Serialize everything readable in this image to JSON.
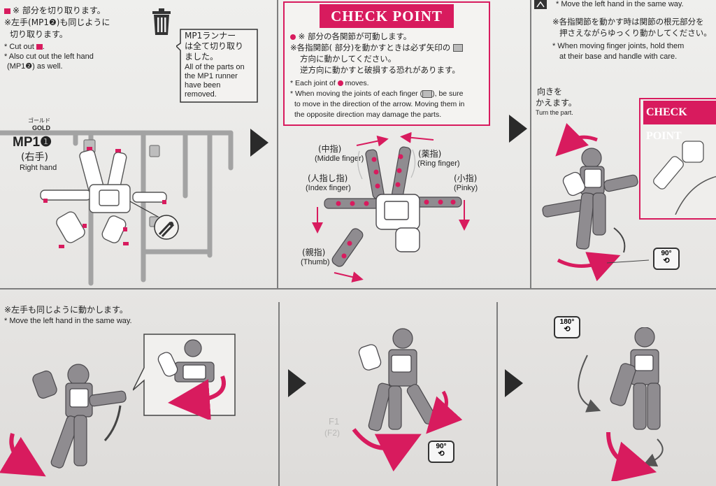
{
  "step1": {
    "jp_line1": "※ 部分を切り取ります。",
    "jp_line2": "※左手(MP1❷)も同じように",
    "jp_line3": "切り取ります。",
    "en_line1": "* Cut out",
    "en_line2": "* Also cut out the left hand",
    "en_line3": "(MP1❷) as well."
  },
  "runner_note": {
    "jp_line1": "MP1ランナー",
    "jp_line2": "は全て切り取り",
    "jp_line3": "ました。",
    "en_line1": "All of the parts on",
    "en_line2": "the MP1 runner",
    "en_line3": "have been",
    "en_line4": "removed."
  },
  "runner_label": {
    "gold_jp": "ゴールド",
    "gold_en": "GOLD",
    "code": "MP1❶",
    "part_jp": "(右手)",
    "part_en": "Right hand"
  },
  "check_point": {
    "title": "CHECK POINT",
    "jp_line1": "※ 部分の各関節が可動します。",
    "jp_line2": "※各指関節( 部分)を動かすときは必ず矢印の",
    "jp_line3": "方向に動かしてください。",
    "jp_line4": "逆方向に動かすと破損する恐れがあります。",
    "en_line1a": "* Each joint of",
    "en_line1b": "moves.",
    "en_line2a": "* When moving the joints of each finger (",
    "en_line2b": "), be sure",
    "en_line3": "to move in the direction of the arrow. Moving them in",
    "en_line4": "the opposite direction may damage the parts."
  },
  "fingers": {
    "middle_jp": "(中指)",
    "middle_en": "(Middle finger)",
    "ring_jp": "(薬指)",
    "ring_en": "(Ring finger)",
    "index_jp": "(人指し指)",
    "index_en": "(Index finger)",
    "pinky_jp": "(小指)",
    "pinky_en": "(Pinky)",
    "thumb_jp": "(親指)",
    "thumb_en": "(Thumb)"
  },
  "top_right": {
    "en_line0": "* Move the left hand in the same way.",
    "jp_line1": "※各指関節を動かす時は関節の根元部分を",
    "jp_line2": "押さえながらゆっくり動かしてください。",
    "en_line1": "* When moving finger joints, hold them",
    "en_line2": "at their base and handle with care."
  },
  "turn_part": {
    "jp_line1": "向きを",
    "jp_line2": "かえます。",
    "en": "Turn the part."
  },
  "check_point_small": "CHECK POINT",
  "rotation": {
    "r90": "90°",
    "r90b": "90°",
    "r180": "180°"
  },
  "step2": {
    "jp": "※左手も同じように動かします。",
    "en": "* Move the left hand in the same way."
  },
  "runner_codes": {
    "f1": "F1",
    "f2": "(F2)"
  },
  "colors": {
    "accent": "#d81b5e",
    "part": "#8f8c90",
    "part_dark": "#5e5b60",
    "runner": "#9c9c9c"
  }
}
